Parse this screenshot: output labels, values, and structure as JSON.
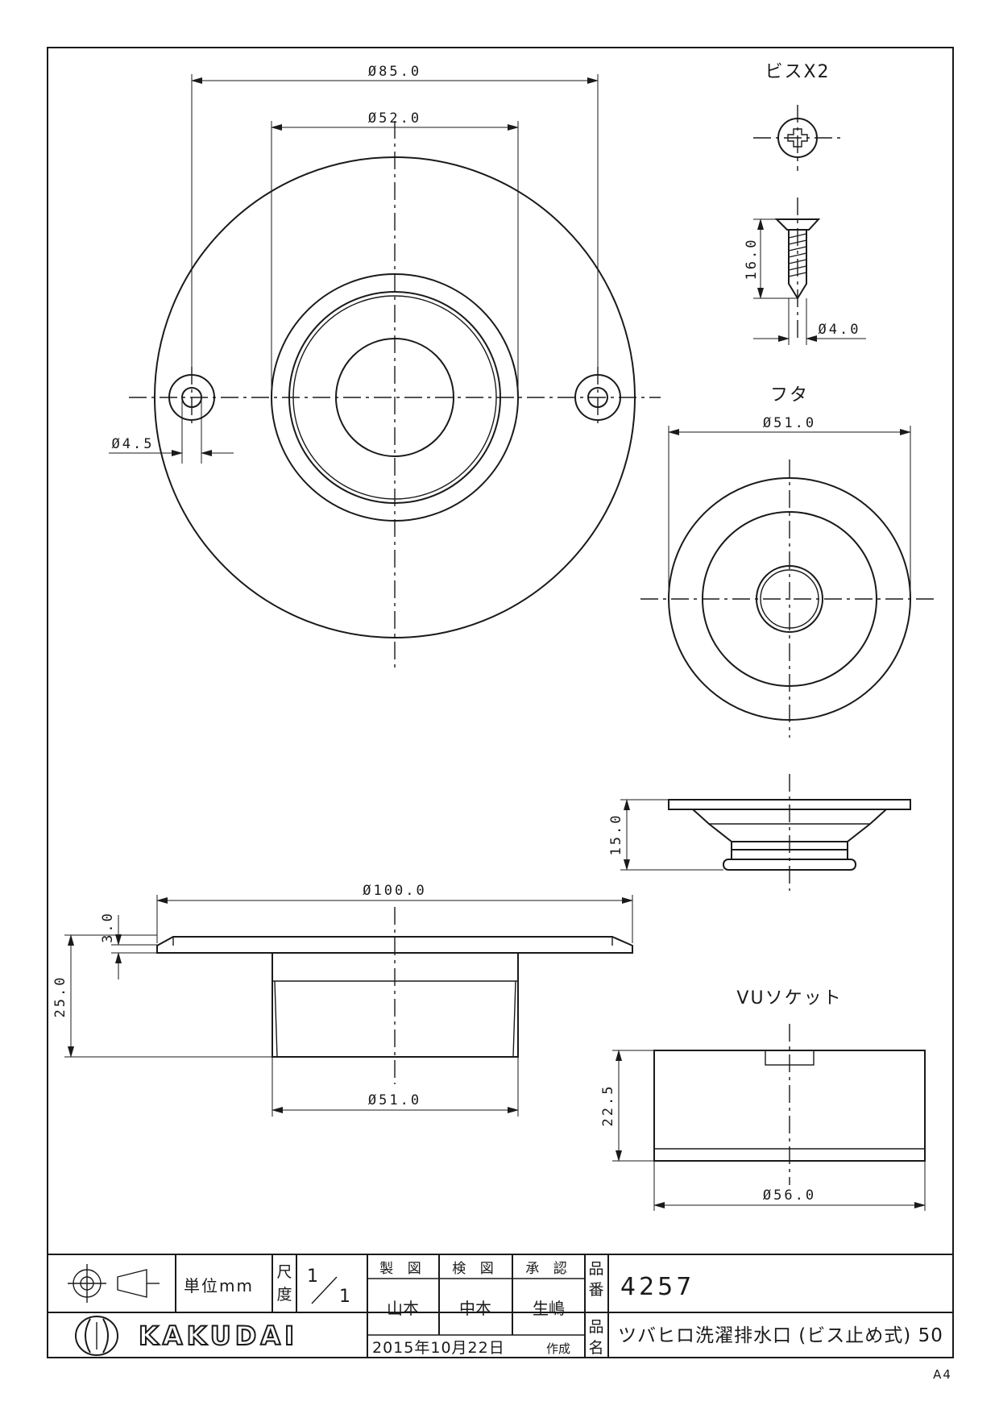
{
  "dimensions": {
    "flange_outer": "Ø85.0",
    "flange_inner": "Ø52.0",
    "hole": "Ø4.5",
    "screw_length": "16.0",
    "screw_dia": "Ø4.0",
    "lid_dia": "Ø51.0",
    "lid_height": "15.0",
    "plate_dia": "Ø100.0",
    "plate_thickness": "3.0",
    "body_height": "25.0",
    "body_dia": "Ø51.0",
    "socket_height": "22.5",
    "socket_dia": "Ø56.0"
  },
  "labels": {
    "screws": "ビスX2",
    "lid": "フタ",
    "socket": "VUソケット"
  },
  "title_block": {
    "unit": "単位mm",
    "scale_label_1": "尺",
    "scale_label_2": "度",
    "scale_num": "1",
    "scale_den": "1",
    "made_by_label": "製 図",
    "checked_by_label": "検 図",
    "approved_by_label": "承 認",
    "made_by": "山本",
    "checked_by": "中本",
    "approved_by": "生嶋",
    "date": "2015年10月22日",
    "created": "作成",
    "part_no_label_1": "品",
    "part_no_label_2": "番",
    "part_no": "4257",
    "name_label_1": "品",
    "name_label_2": "名",
    "product_name": "ツバヒロ洗濯排水口 (ビス止め式) 50",
    "company": "KAKUDAI"
  },
  "paper_size": "A4"
}
